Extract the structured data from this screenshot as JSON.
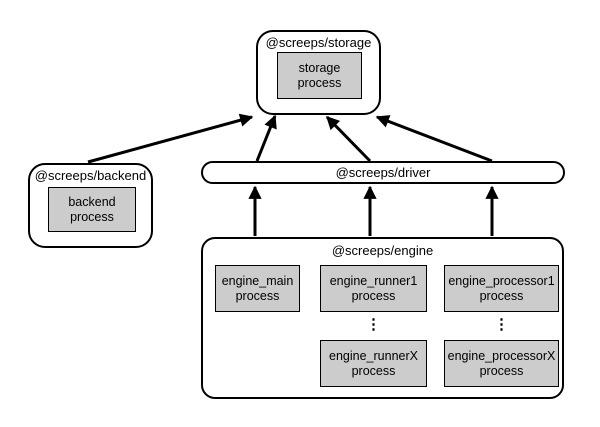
{
  "packages": {
    "storage": {
      "title": "@screeps/storage",
      "process": {
        "line1": "storage",
        "line2": "process"
      }
    },
    "backend": {
      "title": "@screeps/backend",
      "process": {
        "line1": "backend",
        "line2": "process"
      }
    },
    "driver": {
      "title": "@screeps/driver"
    },
    "engine": {
      "title": "@screeps/engine",
      "processes": [
        {
          "line1": "engine_main",
          "line2": "process"
        },
        {
          "line1": "engine_runner1",
          "line2": "process"
        },
        {
          "line1": "engine_processor1",
          "line2": "process"
        },
        {
          "line1": "engine_runnerX",
          "line2": "process"
        },
        {
          "line1": "engine_processorX",
          "line2": "process"
        }
      ],
      "ellipsis": "⋮"
    }
  },
  "edges": [
    {
      "from": "@screeps/backend",
      "to": "@screeps/storage"
    },
    {
      "from": "@screeps/driver",
      "to": "@screeps/storage"
    },
    {
      "from": "@screeps/driver",
      "to": "@screeps/storage"
    },
    {
      "from": "@screeps/driver",
      "to": "@screeps/storage"
    },
    {
      "from": "@screeps/engine",
      "to": "@screeps/driver"
    },
    {
      "from": "@screeps/engine",
      "to": "@screeps/driver"
    },
    {
      "from": "@screeps/engine",
      "to": "@screeps/driver"
    }
  ],
  "colors": {
    "background": "#ffffff",
    "package_fill": "#ffffff",
    "process_fill": "#cccccc",
    "line": "#000000"
  }
}
